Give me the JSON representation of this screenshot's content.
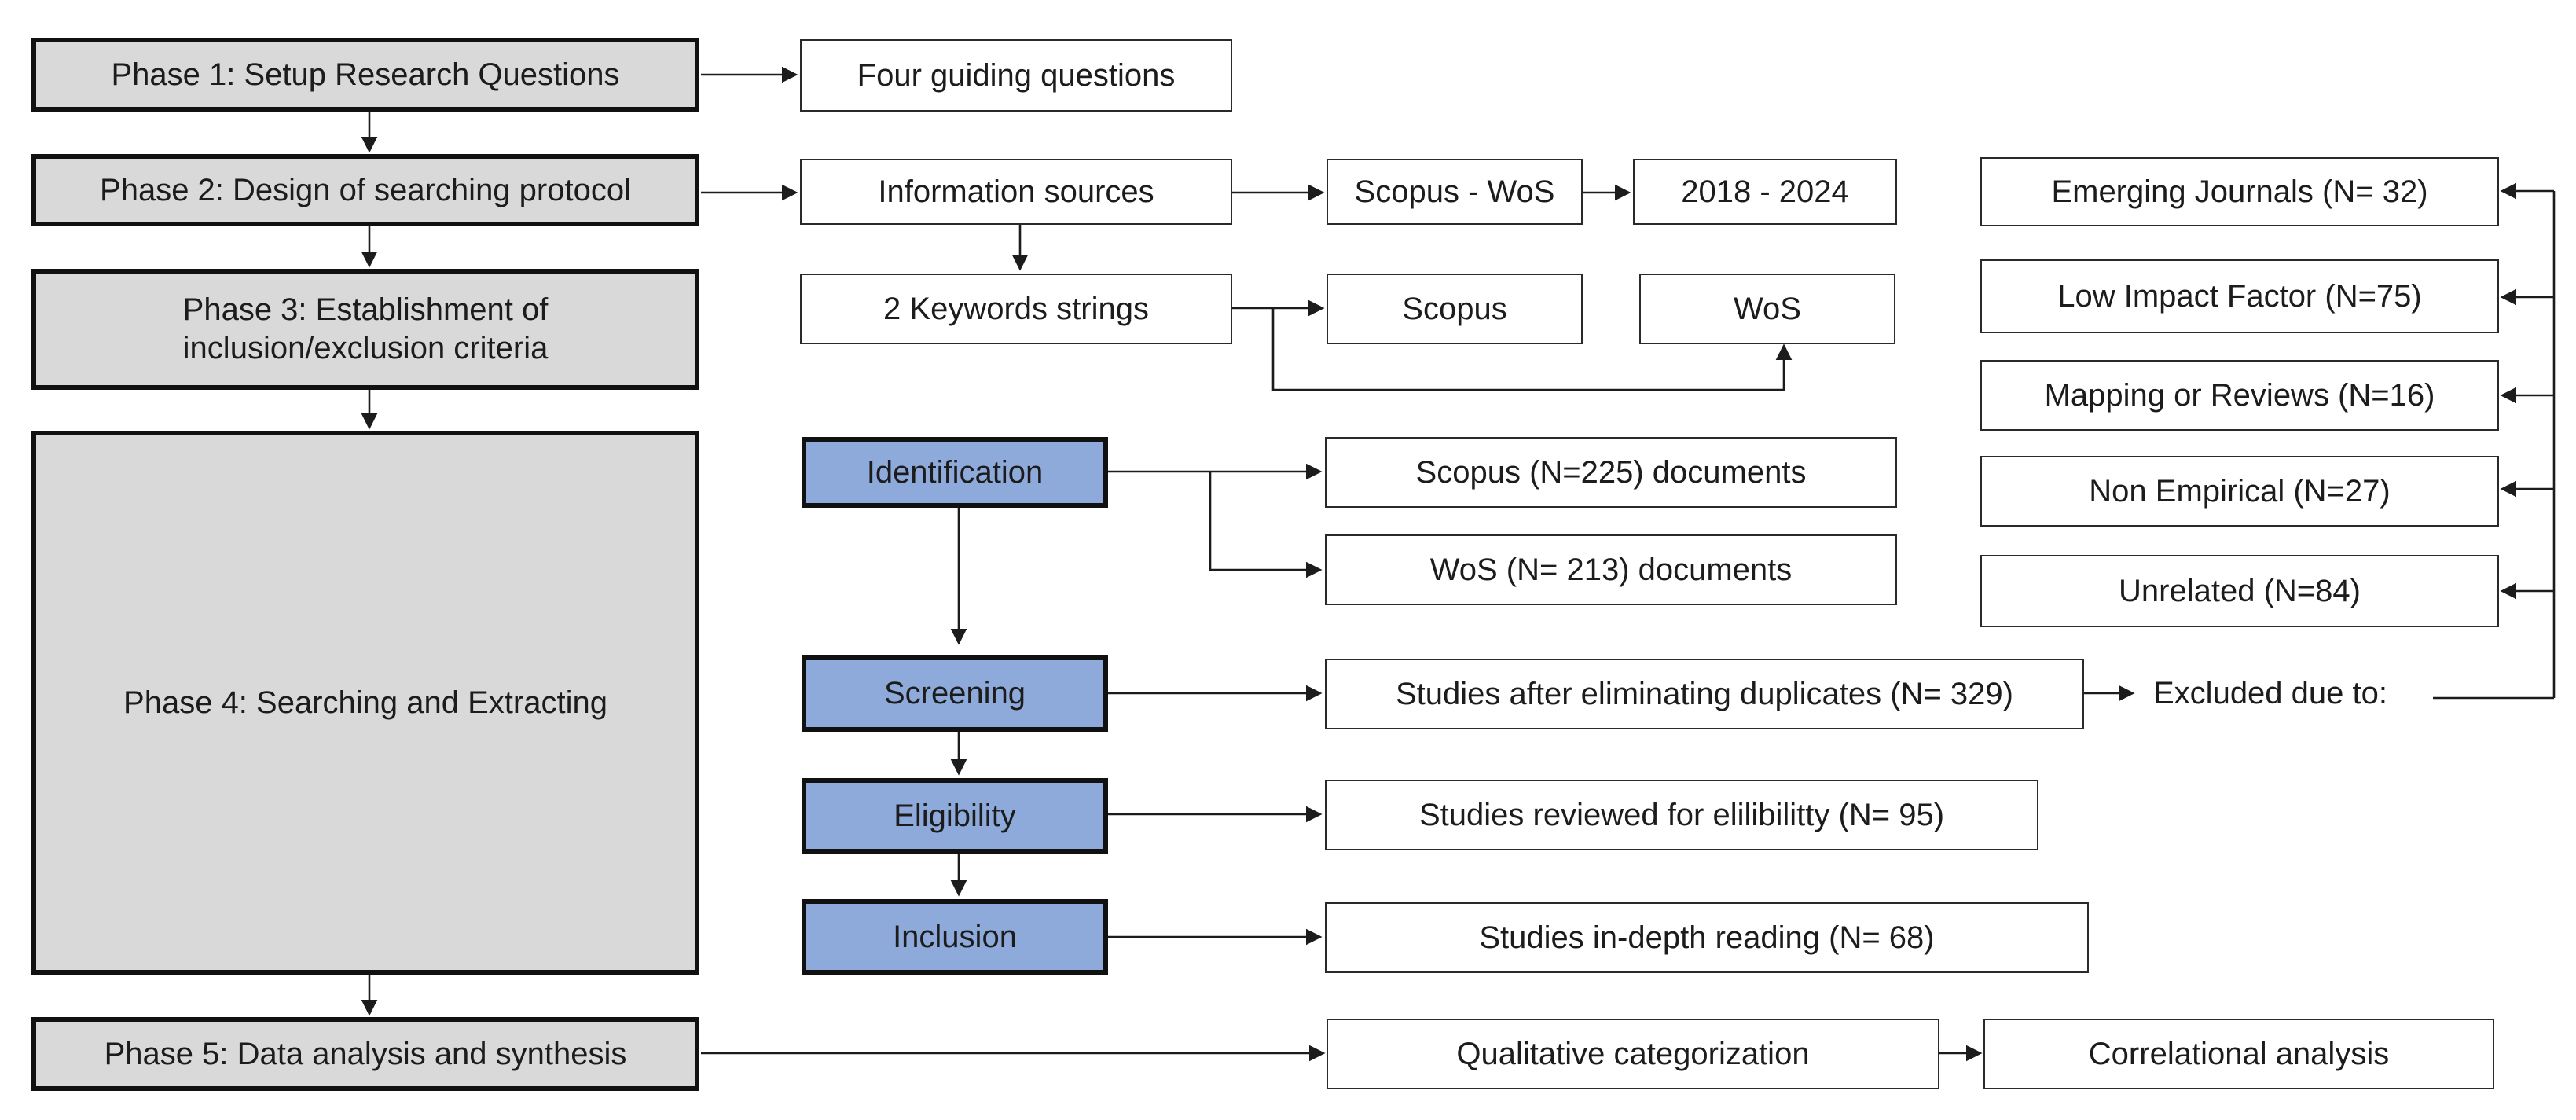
{
  "phases": {
    "p1": "Phase 1: Setup Research Questions",
    "p2": "Phase 2: Design of searching protocol",
    "p3": "Phase 3: Establishment of inclusion/exclusion criteria",
    "p4": "Phase 4: Searching and Extracting",
    "p5": "Phase 5: Data analysis and synthesis"
  },
  "phase1": {
    "questions": "Four guiding questions"
  },
  "phase2": {
    "information_sources": "Information sources",
    "databases": "Scopus - WoS",
    "years": "2018 - 2024"
  },
  "phase3": {
    "keywords": "2 Keywords strings",
    "scopus": "Scopus",
    "wos": "WoS"
  },
  "stages": {
    "identification": "Identification",
    "screening": "Screening",
    "eligibility": "Eligibility",
    "inclusion": "Inclusion"
  },
  "results": {
    "scopus_docs": "Scopus (N=225) documents",
    "wos_docs": "WoS (N= 213) documents",
    "after_duplicates": "Studies after eliminating duplicates (N= 329)",
    "excluded_label": "Excluded due to:",
    "eligibility": "Studies reviewed for elilibilitty (N= 95)",
    "inclusion": "Studies in-depth reading (N= 68)"
  },
  "exclusions": {
    "emerging": "Emerging Journals (N= 32)",
    "low_impact": "Low Impact Factor (N=75)",
    "mapping": "Mapping or Reviews (N=16)",
    "non_empirical": "Non Empirical (N=27)",
    "unrelated": "Unrelated (N=84)"
  },
  "phase5": {
    "qualitative": "Qualitative categorization",
    "correlational": "Correlational analysis"
  }
}
